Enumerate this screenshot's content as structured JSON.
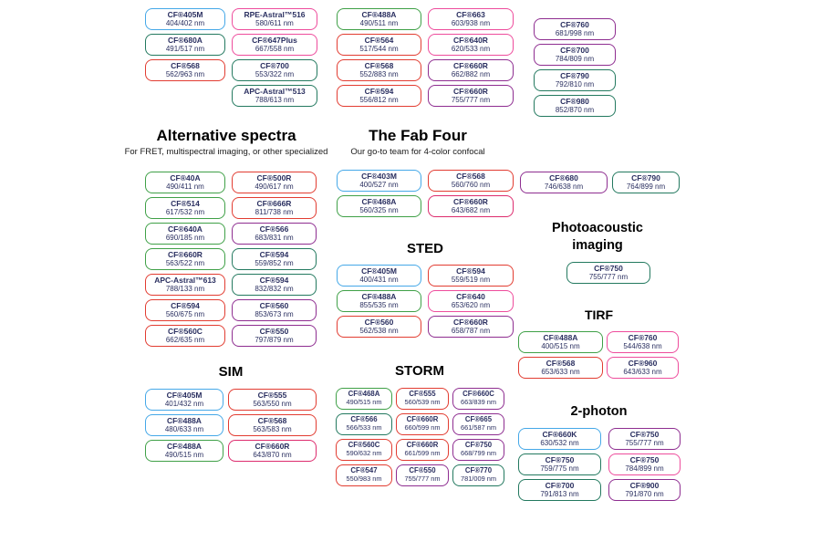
{
  "palette": {
    "blue": "#45a8e8",
    "green": "#3fa047",
    "teal": "#23795f",
    "red": "#e23c31",
    "pink": "#ee4c9c",
    "crimson": "#dd2c6e",
    "purple": "#8e2d90",
    "text": "#2a2f60"
  },
  "sections": {
    "alternative": {
      "title": "Alternative spectra",
      "subtitle": "For FRET, multispectral imaging, or other specialized"
    },
    "fab_four": {
      "title": "The Fab Four",
      "subtitle": "Our go-to team for 4-color confocal"
    },
    "sted": {
      "title": "STED"
    },
    "photoacoustic": {
      "title_line1": "Photoacoustic",
      "title_line2": "imaging"
    },
    "tirf": {
      "title": "TIRF"
    },
    "sim": {
      "title": "SIM"
    },
    "storm": {
      "title": "STORM"
    },
    "two_photon": {
      "title": "2-photon"
    }
  },
  "groups": {
    "top_col1": {
      "pills": [
        {
          "name": "CF®405M",
          "value": "404/402 nm",
          "color": "blue"
        },
        {
          "name": "CF®680A",
          "value": "491/517 nm",
          "color": "teal"
        },
        {
          "name": "CF®568",
          "value": "562/963 nm",
          "color": "red"
        }
      ]
    },
    "top_col2": {
      "pills": [
        {
          "name": "RPE-Astral™516",
          "value": "580/611 nm",
          "color": "pink"
        },
        {
          "name": "CF®647Plus",
          "value": "667/558 nm",
          "color": "pink"
        },
        {
          "name": "CF®700",
          "value": "553/322 nm",
          "color": "teal"
        },
        {
          "name": "APC-Astral™513",
          "value": "788/613 nm",
          "color": "teal"
        }
      ]
    },
    "top_col3": {
      "pills": [
        {
          "name": "CF®488A",
          "value": "490/511 nm",
          "color": "green"
        },
        {
          "name": "CF®564",
          "value": "517/544 nm",
          "color": "red"
        },
        {
          "name": "CF®568",
          "value": "552/883 nm",
          "color": "red"
        },
        {
          "name": "CF®594",
          "value": "556/812 nm",
          "color": "red"
        }
      ]
    },
    "top_col4": {
      "pills": [
        {
          "name": "CF®663",
          "value": "603/938 nm",
          "color": "pink"
        },
        {
          "name": "CF®640R",
          "value": "620/533 nm",
          "color": "pink"
        },
        {
          "name": "CF®660R",
          "value": "662/882 nm",
          "color": "purple"
        },
        {
          "name": "CF®660R",
          "value": "755/777 nm",
          "color": "purple"
        }
      ]
    },
    "top_col5": {
      "pills": [
        {
          "name": "CF®760",
          "value": "681/998 nm",
          "color": "purple"
        },
        {
          "name": "CF®700",
          "value": "784/809 nm",
          "color": "purple"
        },
        {
          "name": "CF®790",
          "value": "792/810 nm",
          "color": "teal"
        },
        {
          "name": "CF®980",
          "value": "852/870 nm",
          "color": "teal"
        }
      ]
    },
    "alternative": {
      "pills": [
        {
          "name": "CF®40A",
          "value": "490/411 nm",
          "color": "green"
        },
        {
          "name": "CF®500R",
          "value": "490/617 nm",
          "color": "red"
        },
        {
          "name": "CF®514",
          "value": "617/532 nm",
          "color": "green"
        },
        {
          "name": "CF®666R",
          "value": "811/738 nm",
          "color": "red"
        },
        {
          "name": "CF®640A",
          "value": "690/185 nm",
          "color": "green"
        },
        {
          "name": "CF®566",
          "value": "683/831 nm",
          "color": "purple"
        },
        {
          "name": "CF®660R",
          "value": "563/522 nm",
          "color": "green"
        },
        {
          "name": "CF®594",
          "value": "559/852 nm",
          "color": "teal"
        },
        {
          "name": "APC-Astral™613",
          "value": "788/133 nm",
          "color": "red"
        },
        {
          "name": "CF®594",
          "value": "832/832 nm",
          "color": "teal"
        },
        {
          "name": "CF®594",
          "value": "560/675 nm",
          "color": "red"
        },
        {
          "name": "CF®560",
          "value": "853/673 nm",
          "color": "purple"
        },
        {
          "name": "CF®560C",
          "value": "662/635 nm",
          "color": "red"
        },
        {
          "name": "CF®550",
          "value": "797/879 nm",
          "color": "purple"
        }
      ]
    },
    "fab_four": {
      "pills": [
        {
          "name": "CF®403M",
          "value": "400/527 nm",
          "color": "blue"
        },
        {
          "name": "CF®568",
          "value": "560/760 nm",
          "color": "red"
        },
        {
          "name": "CF®468A",
          "value": "560/325 nm",
          "color": "green"
        },
        {
          "name": "CF®660R",
          "value": "643/682 nm",
          "color": "crimson"
        }
      ]
    },
    "sted": {
      "pills": [
        {
          "name": "CF®405M",
          "value": "400/431 nm",
          "color": "blue"
        },
        {
          "name": "CF®594",
          "value": "559/519 nm",
          "color": "red"
        },
        {
          "name": "CF®488A",
          "value": "855/535 nm",
          "color": "green"
        },
        {
          "name": "CF®640",
          "value": "653/620 nm",
          "color": "pink"
        },
        {
          "name": "CF®560",
          "value": "562/538 nm",
          "color": "red"
        },
        {
          "name": "CF®660R",
          "value": "658/787 nm",
          "color": "purple"
        }
      ]
    },
    "right_pair": {
      "pills": [
        {
          "name": "CF®680",
          "value": "746/638 nm",
          "color": "purple"
        },
        {
          "name": "CF®790",
          "value": "764/899 nm",
          "color": "teal"
        }
      ]
    },
    "photoacoustic": {
      "pills": [
        {
          "name": "CF®750",
          "value": "755/777 nm",
          "color": "teal"
        }
      ]
    },
    "tirf": {
      "pills": [
        {
          "name": "CF®488A",
          "value": "400/515 nm",
          "color": "green"
        },
        {
          "name": "CF®760",
          "value": "544/638 nm",
          "color": "pink"
        },
        {
          "name": "CF®568",
          "value": "653/633 nm",
          "color": "red"
        },
        {
          "name": "CF®960",
          "value": "643/633 nm",
          "color": "pink"
        }
      ]
    },
    "sim": {
      "pills": [
        {
          "name": "CF®405M",
          "value": "401/432 nm",
          "color": "blue"
        },
        {
          "name": "CF®555",
          "value": "563/550 nm",
          "color": "red"
        },
        {
          "name": "CF®488A",
          "value": "480/633 nm",
          "color": "blue"
        },
        {
          "name": "CF®568",
          "value": "563/583 nm",
          "color": "red"
        },
        {
          "name": "CF®488A",
          "value": "490/515 nm",
          "color": "green"
        },
        {
          "name": "CF®660R",
          "value": "643/870 nm",
          "color": "crimson"
        }
      ]
    },
    "storm": {
      "pills": [
        {
          "name": "CF®468A",
          "value": "490/515 nm",
          "color": "green"
        },
        {
          "name": "CF®555",
          "value": "560/539 nm",
          "color": "red"
        },
        {
          "name": "CF®660C",
          "value": "663/839 nm",
          "color": "purple"
        },
        {
          "name": "CF®566",
          "value": "566/533 nm",
          "color": "teal"
        },
        {
          "name": "CF®660R",
          "value": "660/599 nm",
          "color": "red"
        },
        {
          "name": "CF®665",
          "value": "661/587 nm",
          "color": "purple"
        },
        {
          "name": "CF®560C",
          "value": "590/632 nm",
          "color": "red"
        },
        {
          "name": "CF®660R",
          "value": "661/599 nm",
          "color": "red"
        },
        {
          "name": "CF®750",
          "value": "668/799 nm",
          "color": "purple"
        },
        {
          "name": "CF®547",
          "value": "550/983 nm",
          "color": "red"
        },
        {
          "name": "CF®550",
          "value": "755/777 nm",
          "color": "purple"
        },
        {
          "name": "CF®770",
          "value": "781/009 nm",
          "color": "teal"
        }
      ]
    },
    "two_photon": {
      "pills": [
        {
          "name": "CF®660K",
          "value": "630/532 nm",
          "color": "blue"
        },
        {
          "name": "CF®750",
          "value": "755/777 nm",
          "color": "purple"
        },
        {
          "name": "CF®750",
          "value": "759/775 nm",
          "color": "teal"
        },
        {
          "name": "CF®750",
          "value": "784/899 nm",
          "color": "pink"
        },
        {
          "name": "CF®700",
          "value": "791/813 nm",
          "color": "teal"
        },
        {
          "name": "CF®900",
          "value": "791/870 nm",
          "color": "purple"
        }
      ]
    }
  }
}
